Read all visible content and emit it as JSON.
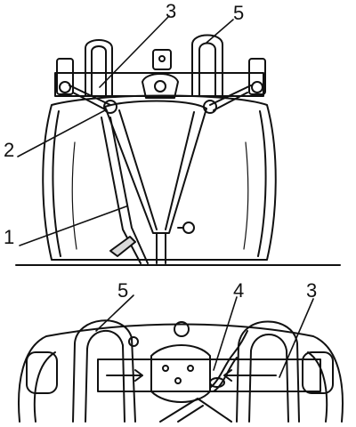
{
  "colors": {
    "ink": "#111111",
    "paper": "#ffffff",
    "shade": "#d9d9d9"
  },
  "top_view": {
    "callouts": [
      {
        "id": "c3",
        "label": "3"
      },
      {
        "id": "c5",
        "label": "5"
      },
      {
        "id": "c2",
        "label": "2"
      },
      {
        "id": "c1",
        "label": "1"
      }
    ]
  },
  "bottom_view": {
    "callouts": [
      {
        "id": "c5",
        "label": "5"
      },
      {
        "id": "c4",
        "label": "4"
      },
      {
        "id": "c3",
        "label": "3"
      }
    ]
  }
}
